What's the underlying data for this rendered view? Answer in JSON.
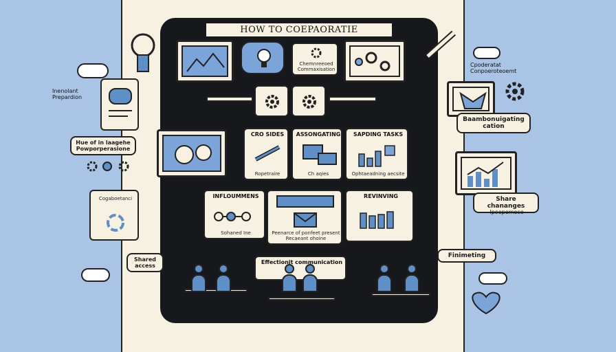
{
  "title": "HOW TO COEPAORATIE",
  "board_top": {
    "speech_label": "Chemnreeoed Commaxisation"
  },
  "cards": {
    "card1": {
      "title": "CRO SIDES",
      "caption": "Ropetraire"
    },
    "card2": {
      "title": "ASSONGATING",
      "caption": "Ch aqies"
    },
    "card3": {
      "title": "SAPDING TASKS",
      "caption": "Ophtaeadning aecsite"
    },
    "card4": {
      "title": "INFLOUMMENS",
      "caption": "Sohaned Ine"
    },
    "card5": {
      "caption": "Peenarce of ponfeet present Recaeant ohoine"
    },
    "card6": {
      "title": "REVINVING"
    }
  },
  "bottom_banner": "Effectionit communication",
  "left_notes": {
    "note1": "Inenolant Prepardion",
    "note2": "Hue of in laagehe Powporperasione",
    "note3": "Cogaboetanci",
    "shared_access": "Shared access"
  },
  "right_notes": {
    "note1": "Cpoderatat Conpoeroteoemt",
    "label1": "Baambonuigating cation",
    "share_changes": "Share chananges",
    "share_sub": "Ipoepemeco",
    "finimeting": "Finimeting"
  },
  "colors": {
    "background": "#a9c4e4",
    "poster": "#f6f1e1",
    "board": "#16181c",
    "accent": "#5f8fc7"
  }
}
